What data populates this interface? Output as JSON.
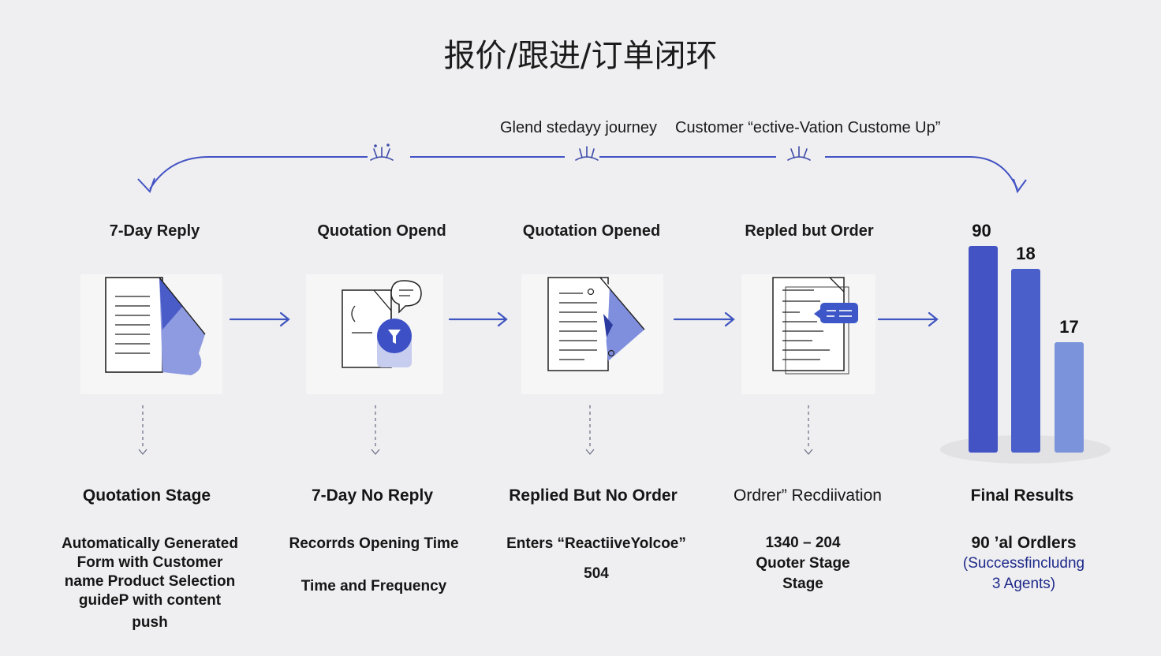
{
  "title": "报价/跟进/订单闭环",
  "journey": {
    "label_left": "Glend stedayy journey",
    "label_right": "Customer “ective-Vation Custome Up”"
  },
  "stages": [
    {
      "top_label": "7-Day Reply",
      "name": "Quotation Stage",
      "desc": [
        "Automatically Generated",
        "Form with Customer",
        "name Product Selection",
        "guideP with content",
        "push"
      ]
    },
    {
      "top_label": "Quotation Opend",
      "name": "7-Day No Reply",
      "desc": [
        "Recorrds Opening Time",
        "",
        "Time and Frequency"
      ]
    },
    {
      "top_label": "Quotation Opened",
      "name": "Replied  But No Order",
      "desc": [
        "Enters “ReactiiveYolcoe”",
        "",
        "504"
      ]
    },
    {
      "top_label": "Repled but Order",
      "name": "Ordrer” Recdiivation",
      "desc": [
        "1340 – 204",
        "Quoter Stage",
        "Stage"
      ]
    }
  ],
  "final": {
    "name": "Final Results",
    "desc_main": "90 ’al Ordlers",
    "desc_note": [
      "(Successfincludng",
      "3 Agents)"
    ]
  },
  "chart_data": {
    "type": "bar",
    "categories": [
      "",
      "",
      ""
    ],
    "values": [
      90,
      18,
      17
    ],
    "data_labels": [
      "90",
      "18",
      "17"
    ],
    "colors": [
      "#4353c4",
      "#4a5fca",
      "#7a93da"
    ]
  },
  "colors": {
    "accent": "#4353c4",
    "arrow": "#3f55c0",
    "dashed": "#666a80"
  },
  "icons": [
    "document-icon",
    "document-chat-icon",
    "document-icon",
    "document-tag-icon",
    "sparkle-icon"
  ]
}
